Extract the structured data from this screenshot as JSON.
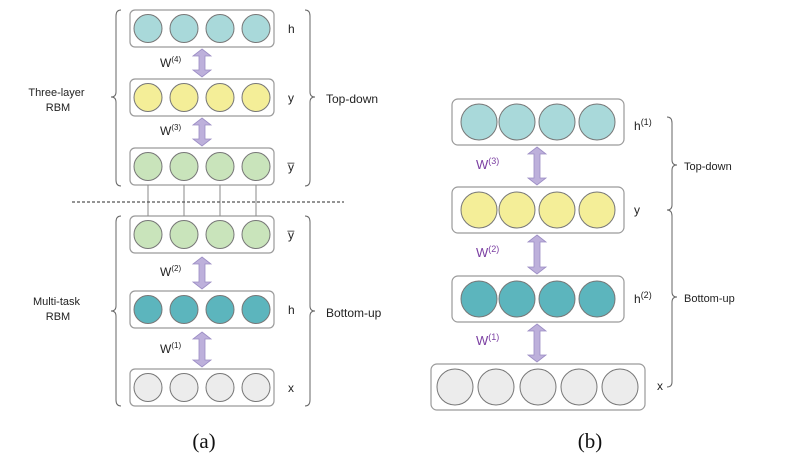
{
  "palette": {
    "cyan": "#a9d9da",
    "yellow": "#f4ee98",
    "green": "#c9e4bb",
    "teal": "#5cb5bd",
    "gray": "#ececec",
    "arrow": "#bdb0db",
    "weight_purple": "#7b3fa2"
  },
  "panel_a": {
    "caption": "(a)",
    "layers": [
      {
        "id": "h",
        "label": "h",
        "units": 4,
        "color": "cyan"
      },
      {
        "id": "y",
        "label": "y",
        "units": 4,
        "color": "yellow"
      },
      {
        "id": "ybar_top",
        "label": "y̅",
        "units": 4,
        "color": "green"
      },
      {
        "id": "ybar_bottom",
        "label": "y̅",
        "units": 4,
        "color": "green"
      },
      {
        "id": "h_mid",
        "label": "h",
        "units": 4,
        "color": "teal"
      },
      {
        "id": "x",
        "label": "x",
        "units": 4,
        "color": "gray"
      }
    ],
    "weights": [
      {
        "base": "W",
        "sup": "(4)"
      },
      {
        "base": "W",
        "sup": "(3)"
      },
      {
        "base": "W",
        "sup": "(2)"
      },
      {
        "base": "W",
        "sup": "(1)"
      }
    ],
    "group_labels": {
      "top": [
        "Three-layer",
        "RBM"
      ],
      "bottom": [
        "Multi-task",
        "RBM"
      ]
    },
    "direction_labels": {
      "top": "Top-down",
      "bottom": "Bottom-up"
    }
  },
  "panel_b": {
    "caption": "(b)",
    "layers": [
      {
        "id": "h1",
        "label": "h",
        "sup": "(1)",
        "units": 4,
        "color": "cyan"
      },
      {
        "id": "y",
        "label": "y",
        "sup": "",
        "units": 4,
        "color": "yellow"
      },
      {
        "id": "h2",
        "label": "h",
        "sup": "(2)",
        "units": 4,
        "color": "teal"
      },
      {
        "id": "x",
        "label": "x",
        "sup": "",
        "units": 5,
        "color": "gray"
      }
    ],
    "weights": [
      {
        "base": "W",
        "sup": "(3)"
      },
      {
        "base": "W",
        "sup": "(2)"
      },
      {
        "base": "W",
        "sup": "(1)"
      }
    ],
    "direction_labels": {
      "top": "Top-down",
      "bottom": "Bottom-up"
    }
  }
}
